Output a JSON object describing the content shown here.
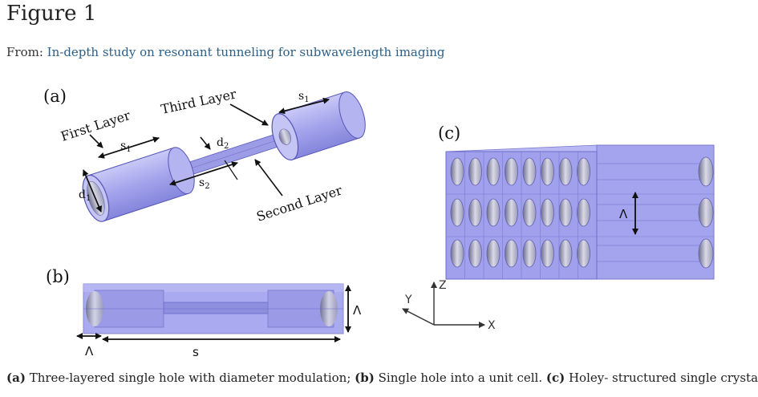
{
  "page": {
    "title": "Figure 1",
    "source_prefix": "From:",
    "source_link": "In-depth study on resonant tunneling for subwavelength imaging"
  },
  "figure": {
    "panel_a": {
      "label": "(a)",
      "first_layer": "First Layer",
      "third_layer": "Third Layer",
      "second_layer": "Second Layer",
      "s1": "s",
      "s1_sub": "1",
      "s2": "s",
      "s2_sub": "2",
      "d1": "d",
      "d1_sub": "1",
      "d2": "d",
      "d2_sub": "2",
      "s1_right": "s",
      "s1_right_sub": "1"
    },
    "panel_b": {
      "label": "(b)",
      "lambda": "Λ",
      "lambda_bottom": "Λ",
      "s": "s"
    },
    "panel_c": {
      "label": "(c)",
      "lambda": "Λ"
    },
    "axes": {
      "x": "X",
      "y": "Y",
      "z": "Z"
    }
  },
  "caption": {
    "a_label": "(a)",
    "a_text": " Three-layered single hole with diameter modulation; ",
    "b_label": "(b)",
    "b_text": " Single hole into a unit cell. ",
    "c_label": "(c)",
    "c_text": " Holey- structured single crystal."
  },
  "colors": {
    "cylinder_fill": "#a6a6ee",
    "cylinder_dark": "#7f7fdc",
    "link": "#2a5f8a"
  }
}
